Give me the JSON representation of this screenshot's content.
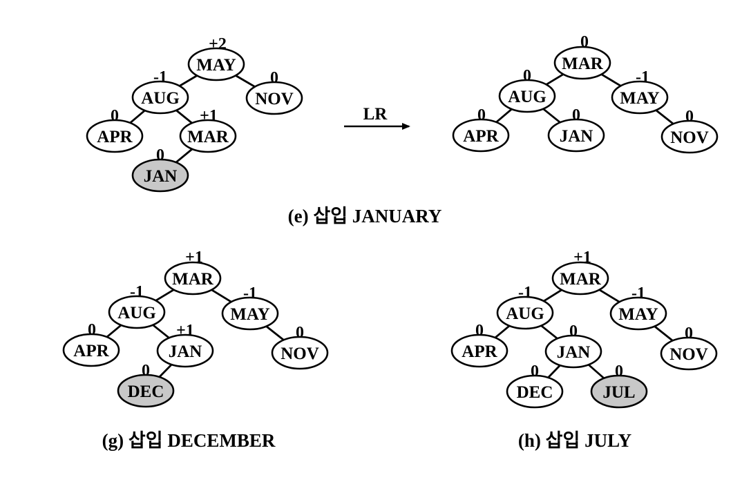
{
  "colors": {
    "inserted_fill": "#c8c8c8",
    "normal_fill": "#ffffff",
    "ink": "#000000"
  },
  "arrow": {
    "label": "LR"
  },
  "captions": {
    "e": "(e) 삽입 JANUARY",
    "g": "(g) 삽입 DECEMBER",
    "h": "(h) 삽입 JULY"
  },
  "trees": [
    {
      "id": "e-before",
      "nodes": [
        {
          "id": "may",
          "label": "MAY",
          "balance": "+2"
        },
        {
          "id": "aug",
          "label": "AUG",
          "balance": "-1"
        },
        {
          "id": "nov",
          "label": "NOV",
          "balance": "0"
        },
        {
          "id": "apr",
          "label": "APR",
          "balance": "0"
        },
        {
          "id": "mar",
          "label": "MAR",
          "balance": "+1"
        },
        {
          "id": "jan",
          "label": "JAN",
          "balance": "0",
          "inserted": true
        }
      ],
      "edges": [
        [
          "may",
          "aug"
        ],
        [
          "may",
          "nov"
        ],
        [
          "aug",
          "apr"
        ],
        [
          "aug",
          "mar"
        ],
        [
          "mar",
          "jan"
        ]
      ]
    },
    {
      "id": "e-after",
      "nodes": [
        {
          "id": "mar",
          "label": "MAR",
          "balance": "0"
        },
        {
          "id": "aug",
          "label": "AUG",
          "balance": "0"
        },
        {
          "id": "may",
          "label": "MAY",
          "balance": "-1"
        },
        {
          "id": "apr",
          "label": "APR",
          "balance": "0"
        },
        {
          "id": "jan",
          "label": "JAN",
          "balance": "0"
        },
        {
          "id": "nov",
          "label": "NOV",
          "balance": "0"
        }
      ],
      "edges": [
        [
          "mar",
          "aug"
        ],
        [
          "mar",
          "may"
        ],
        [
          "aug",
          "apr"
        ],
        [
          "aug",
          "jan"
        ],
        [
          "may",
          "nov"
        ]
      ]
    },
    {
      "id": "g",
      "nodes": [
        {
          "id": "mar",
          "label": "MAR",
          "balance": "+1"
        },
        {
          "id": "aug",
          "label": "AUG",
          "balance": "-1"
        },
        {
          "id": "may",
          "label": "MAY",
          "balance": "-1"
        },
        {
          "id": "apr",
          "label": "APR",
          "balance": "0"
        },
        {
          "id": "jan",
          "label": "JAN",
          "balance": "+1"
        },
        {
          "id": "nov",
          "label": "NOV",
          "balance": "0"
        },
        {
          "id": "dec",
          "label": "DEC",
          "balance": "0",
          "inserted": true
        }
      ],
      "edges": [
        [
          "mar",
          "aug"
        ],
        [
          "mar",
          "may"
        ],
        [
          "aug",
          "apr"
        ],
        [
          "aug",
          "jan"
        ],
        [
          "may",
          "nov"
        ],
        [
          "jan",
          "dec"
        ]
      ]
    },
    {
      "id": "h",
      "nodes": [
        {
          "id": "mar",
          "label": "MAR",
          "balance": "+1"
        },
        {
          "id": "aug",
          "label": "AUG",
          "balance": "-1"
        },
        {
          "id": "may",
          "label": "MAY",
          "balance": "-1"
        },
        {
          "id": "apr",
          "label": "APR",
          "balance": "0"
        },
        {
          "id": "jan",
          "label": "JAN",
          "balance": "0"
        },
        {
          "id": "nov",
          "label": "NOV",
          "balance": "0"
        },
        {
          "id": "dec",
          "label": "DEC",
          "balance": "0"
        },
        {
          "id": "jul",
          "label": "JUL",
          "balance": "0",
          "inserted": true
        }
      ],
      "edges": [
        [
          "mar",
          "aug"
        ],
        [
          "mar",
          "may"
        ],
        [
          "aug",
          "apr"
        ],
        [
          "aug",
          "jan"
        ],
        [
          "may",
          "nov"
        ],
        [
          "jan",
          "dec"
        ],
        [
          "jan",
          "jul"
        ]
      ]
    }
  ]
}
